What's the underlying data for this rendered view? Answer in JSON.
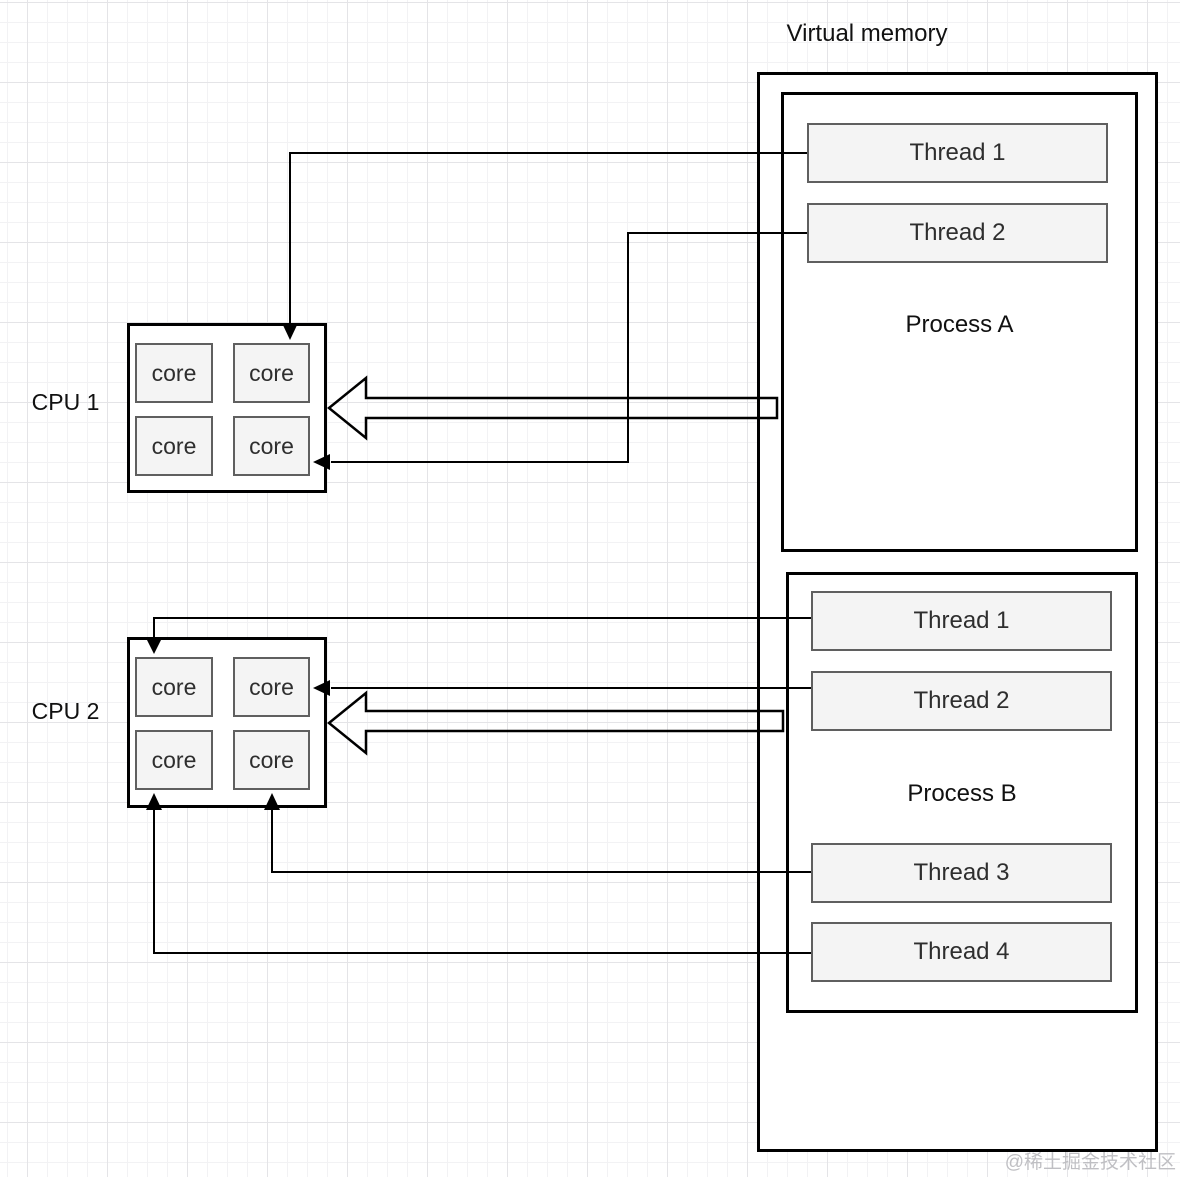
{
  "diagram": {
    "title": "Virtual memory",
    "ellipsis": "...",
    "watermark": "@稀土掘金技术社区"
  },
  "cpus": [
    {
      "label": "CPU 1",
      "cores": [
        "core",
        "core",
        "core",
        "core"
      ]
    },
    {
      "label": "CPU 2",
      "cores": [
        "core",
        "core",
        "core",
        "core"
      ]
    }
  ],
  "processes": [
    {
      "label": "Process A",
      "threads": [
        "Thread 1",
        "Thread 2"
      ]
    },
    {
      "label": "Process B",
      "threads": [
        "Thread 1",
        "Thread 2",
        "Thread 3",
        "Thread 4"
      ]
    }
  ],
  "colors": {
    "box_border": "#000000",
    "subbox_border": "#5f5f5f",
    "subbox_fill": "#f4f4f4",
    "grid_minor": "#f2f2f4",
    "grid_major": "#e4e4e7",
    "watermark": "#bfbfc3"
  }
}
